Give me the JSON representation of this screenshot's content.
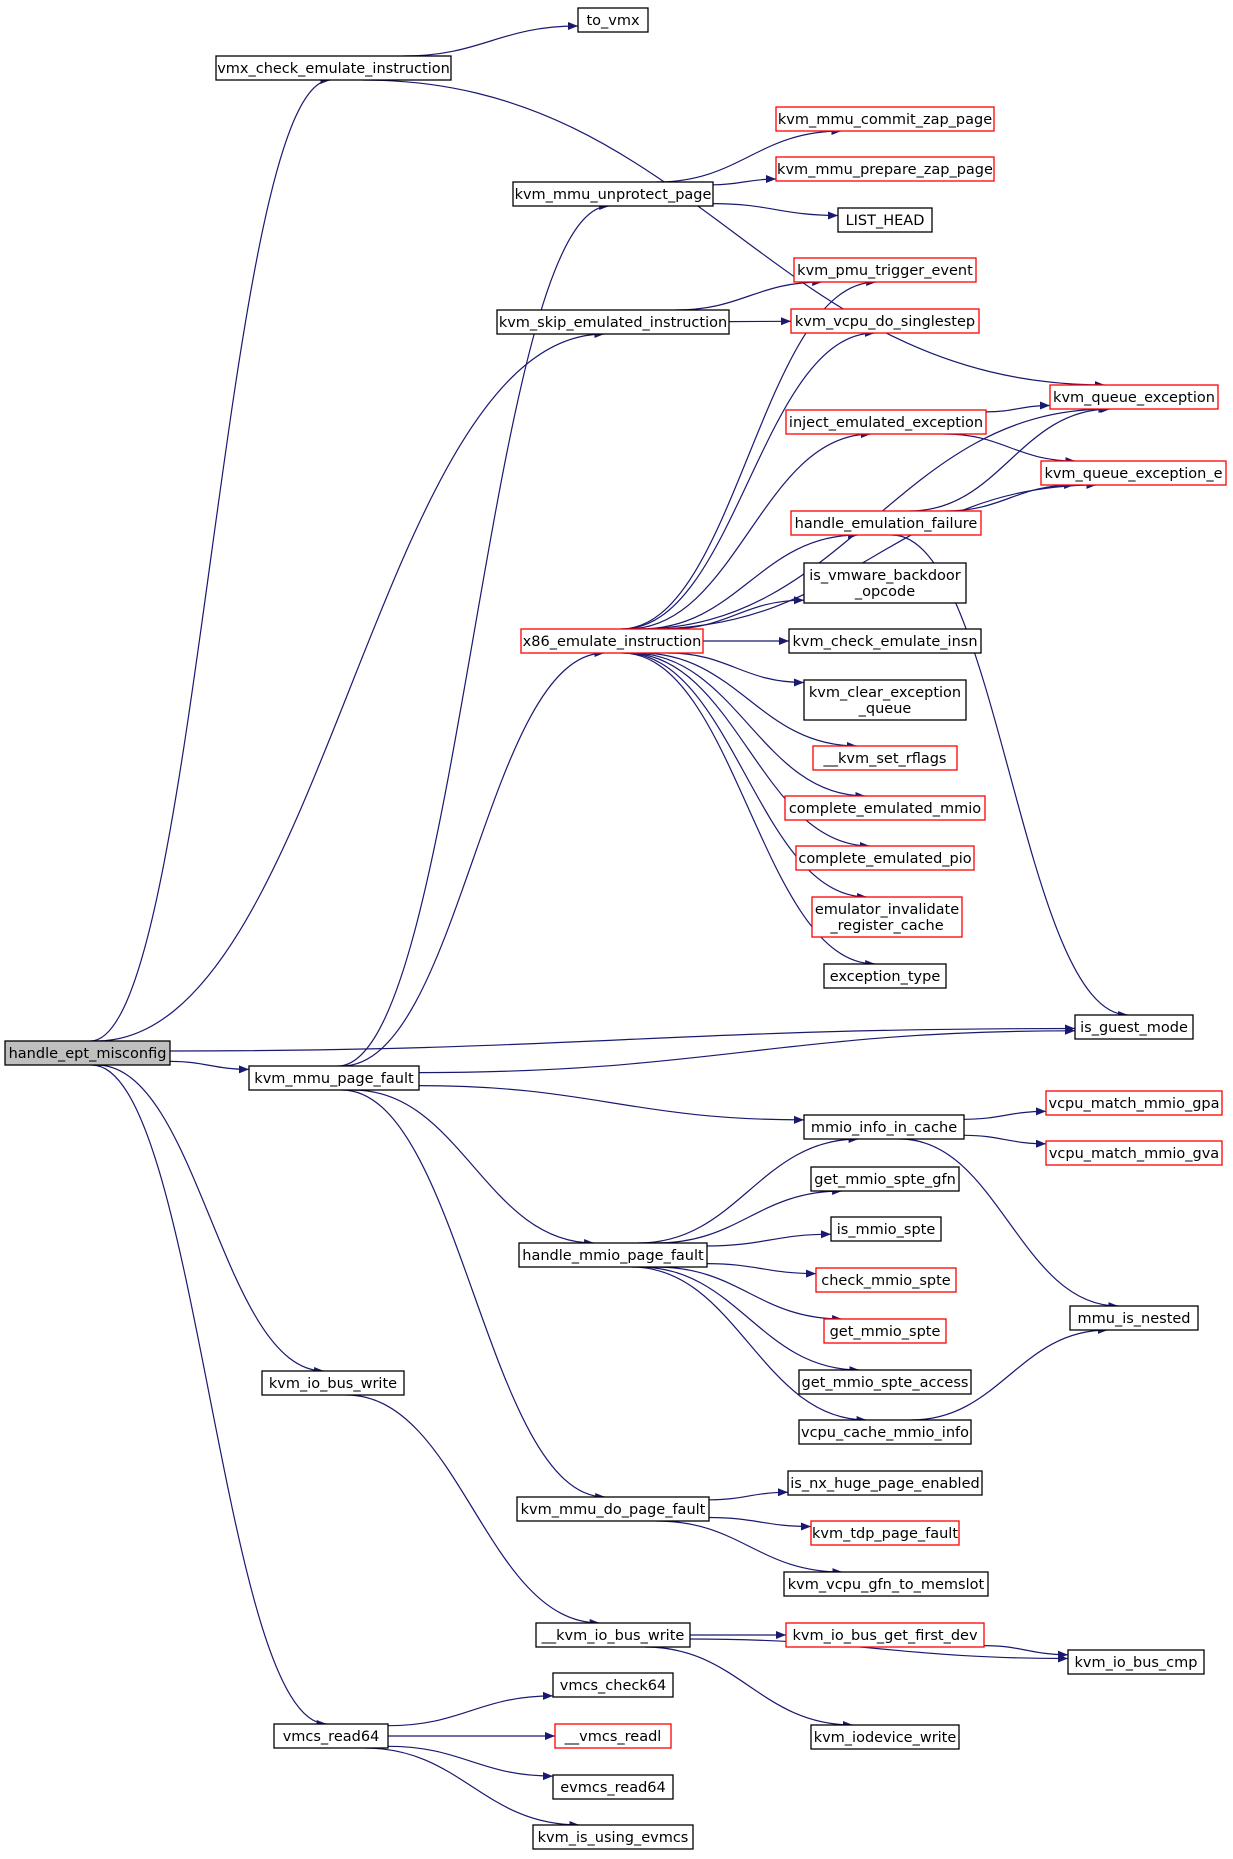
{
  "colors": {
    "edge": "#191970",
    "border_normal": "#000000",
    "border_truncated": "#ff0000",
    "root_fill": "#bfbfbf",
    "node_fill": "#ffffff"
  },
  "nodes": [
    {
      "id": "handle_ept_misconfig",
      "lines": [
        "handle_ept_misconfig"
      ],
      "style": "root"
    },
    {
      "id": "to_vmx",
      "lines": [
        "to_vmx"
      ],
      "style": "normal"
    },
    {
      "id": "vmx_check_emulate_instruction",
      "lines": [
        "vmx_check_emulate_instruction"
      ],
      "style": "normal"
    },
    {
      "id": "kvm_mmu_commit_zap_page",
      "lines": [
        "kvm_mmu_commit_zap_page"
      ],
      "style": "truncated"
    },
    {
      "id": "kvm_mmu_prepare_zap_page",
      "lines": [
        "kvm_mmu_prepare_zap_page"
      ],
      "style": "truncated"
    },
    {
      "id": "kvm_mmu_unprotect_page",
      "lines": [
        "kvm_mmu_unprotect_page"
      ],
      "style": "normal"
    },
    {
      "id": "LIST_HEAD",
      "lines": [
        "LIST_HEAD"
      ],
      "style": "normal"
    },
    {
      "id": "kvm_pmu_trigger_event",
      "lines": [
        "kvm_pmu_trigger_event"
      ],
      "style": "truncated"
    },
    {
      "id": "kvm_skip_emulated_instruction",
      "lines": [
        "kvm_skip_emulated_instruction"
      ],
      "style": "normal"
    },
    {
      "id": "kvm_vcpu_do_singlestep",
      "lines": [
        "kvm_vcpu_do_singlestep"
      ],
      "style": "truncated"
    },
    {
      "id": "kvm_queue_exception",
      "lines": [
        "kvm_queue_exception"
      ],
      "style": "truncated"
    },
    {
      "id": "inject_emulated_exception",
      "lines": [
        "inject_emulated_exception"
      ],
      "style": "truncated"
    },
    {
      "id": "kvm_queue_exception_e",
      "lines": [
        "kvm_queue_exception_e"
      ],
      "style": "truncated"
    },
    {
      "id": "handle_emulation_failure",
      "lines": [
        "handle_emulation_failure"
      ],
      "style": "truncated"
    },
    {
      "id": "is_vmware_backdoor_opcode",
      "lines": [
        "is_vmware_backdoor",
        "_opcode"
      ],
      "style": "normal"
    },
    {
      "id": "x86_emulate_instruction",
      "lines": [
        "x86_emulate_instruction"
      ],
      "style": "truncated"
    },
    {
      "id": "kvm_check_emulate_insn",
      "lines": [
        "kvm_check_emulate_insn"
      ],
      "style": "normal"
    },
    {
      "id": "kvm_clear_exception_queue",
      "lines": [
        "kvm_clear_exception",
        "_queue"
      ],
      "style": "normal"
    },
    {
      "id": "__kvm_set_rflags",
      "lines": [
        "__kvm_set_rflags"
      ],
      "style": "truncated"
    },
    {
      "id": "complete_emulated_mmio",
      "lines": [
        "complete_emulated_mmio"
      ],
      "style": "truncated"
    },
    {
      "id": "complete_emulated_pio",
      "lines": [
        "complete_emulated_pio"
      ],
      "style": "truncated"
    },
    {
      "id": "emulator_invalidate_register_cache",
      "lines": [
        "emulator_invalidate",
        "_register_cache"
      ],
      "style": "truncated"
    },
    {
      "id": "exception_type",
      "lines": [
        "exception_type"
      ],
      "style": "normal"
    },
    {
      "id": "is_guest_mode",
      "lines": [
        "is_guest_mode"
      ],
      "style": "normal"
    },
    {
      "id": "kvm_mmu_page_fault",
      "lines": [
        "kvm_mmu_page_fault"
      ],
      "style": "normal"
    },
    {
      "id": "mmio_info_in_cache",
      "lines": [
        "mmio_info_in_cache"
      ],
      "style": "normal"
    },
    {
      "id": "vcpu_match_mmio_gpa",
      "lines": [
        "vcpu_match_mmio_gpa"
      ],
      "style": "truncated"
    },
    {
      "id": "vcpu_match_mmio_gva",
      "lines": [
        "vcpu_match_mmio_gva"
      ],
      "style": "truncated"
    },
    {
      "id": "get_mmio_spte_gfn",
      "lines": [
        "get_mmio_spte_gfn"
      ],
      "style": "normal"
    },
    {
      "id": "is_mmio_spte",
      "lines": [
        "is_mmio_spte"
      ],
      "style": "normal"
    },
    {
      "id": "handle_mmio_page_fault",
      "lines": [
        "handle_mmio_page_fault"
      ],
      "style": "normal"
    },
    {
      "id": "check_mmio_spte",
      "lines": [
        "check_mmio_spte"
      ],
      "style": "truncated"
    },
    {
      "id": "get_mmio_spte",
      "lines": [
        "get_mmio_spte"
      ],
      "style": "truncated"
    },
    {
      "id": "mmu_is_nested",
      "lines": [
        "mmu_is_nested"
      ],
      "style": "normal"
    },
    {
      "id": "get_mmio_spte_access",
      "lines": [
        "get_mmio_spte_access"
      ],
      "style": "normal"
    },
    {
      "id": "kvm_io_bus_write",
      "lines": [
        "kvm_io_bus_write"
      ],
      "style": "normal"
    },
    {
      "id": "vcpu_cache_mmio_info",
      "lines": [
        "vcpu_cache_mmio_info"
      ],
      "style": "normal"
    },
    {
      "id": "is_nx_huge_page_enabled",
      "lines": [
        "is_nx_huge_page_enabled"
      ],
      "style": "normal"
    },
    {
      "id": "kvm_mmu_do_page_fault",
      "lines": [
        "kvm_mmu_do_page_fault"
      ],
      "style": "normal"
    },
    {
      "id": "kvm_tdp_page_fault",
      "lines": [
        "kvm_tdp_page_fault"
      ],
      "style": "truncated"
    },
    {
      "id": "kvm_vcpu_gfn_to_memslot",
      "lines": [
        "kvm_vcpu_gfn_to_memslot"
      ],
      "style": "normal"
    },
    {
      "id": "__kvm_io_bus_write",
      "lines": [
        "__kvm_io_bus_write"
      ],
      "style": "normal"
    },
    {
      "id": "kvm_io_bus_get_first_dev",
      "lines": [
        "kvm_io_bus_get_first_dev"
      ],
      "style": "truncated"
    },
    {
      "id": "kvm_io_bus_cmp",
      "lines": [
        "kvm_io_bus_cmp"
      ],
      "style": "normal"
    },
    {
      "id": "vmcs_check64",
      "lines": [
        "vmcs_check64"
      ],
      "style": "normal"
    },
    {
      "id": "vmcs_read64",
      "lines": [
        "vmcs_read64"
      ],
      "style": "normal"
    },
    {
      "id": "__vmcs_readl",
      "lines": [
        "__vmcs_readl"
      ],
      "style": "truncated"
    },
    {
      "id": "kvm_iodevice_write",
      "lines": [
        "kvm_iodevice_write"
      ],
      "style": "normal"
    },
    {
      "id": "evmcs_read64",
      "lines": [
        "evmcs_read64"
      ],
      "style": "normal"
    },
    {
      "id": "kvm_is_using_evmcs",
      "lines": [
        "kvm_is_using_evmcs"
      ],
      "style": "normal"
    }
  ],
  "edges": [
    [
      "handle_ept_misconfig",
      "vmx_check_emulate_instruction"
    ],
    [
      "handle_ept_misconfig",
      "kvm_skip_emulated_instruction"
    ],
    [
      "handle_ept_misconfig",
      "is_guest_mode"
    ],
    [
      "handle_ept_misconfig",
      "kvm_mmu_page_fault"
    ],
    [
      "handle_ept_misconfig",
      "kvm_io_bus_write"
    ],
    [
      "handle_ept_misconfig",
      "vmcs_read64"
    ],
    [
      "vmx_check_emulate_instruction",
      "to_vmx"
    ],
    [
      "vmx_check_emulate_instruction",
      "kvm_queue_exception"
    ],
    [
      "kvm_mmu_unprotect_page",
      "kvm_mmu_commit_zap_page"
    ],
    [
      "kvm_mmu_unprotect_page",
      "kvm_mmu_prepare_zap_page"
    ],
    [
      "kvm_mmu_unprotect_page",
      "LIST_HEAD"
    ],
    [
      "kvm_skip_emulated_instruction",
      "kvm_pmu_trigger_event"
    ],
    [
      "kvm_skip_emulated_instruction",
      "kvm_vcpu_do_singlestep"
    ],
    [
      "inject_emulated_exception",
      "kvm_queue_exception"
    ],
    [
      "inject_emulated_exception",
      "kvm_queue_exception_e"
    ],
    [
      "handle_emulation_failure",
      "kvm_queue_exception"
    ],
    [
      "handle_emulation_failure",
      "kvm_queue_exception_e"
    ],
    [
      "handle_emulation_failure",
      "is_guest_mode"
    ],
    [
      "x86_emulate_instruction",
      "kvm_pmu_trigger_event"
    ],
    [
      "x86_emulate_instruction",
      "kvm_vcpu_do_singlestep"
    ],
    [
      "x86_emulate_instruction",
      "kvm_queue_exception"
    ],
    [
      "x86_emulate_instruction",
      "inject_emulated_exception"
    ],
    [
      "x86_emulate_instruction",
      "kvm_queue_exception_e"
    ],
    [
      "x86_emulate_instruction",
      "handle_emulation_failure"
    ],
    [
      "x86_emulate_instruction",
      "is_vmware_backdoor_opcode"
    ],
    [
      "x86_emulate_instruction",
      "kvm_check_emulate_insn"
    ],
    [
      "x86_emulate_instruction",
      "kvm_clear_exception_queue"
    ],
    [
      "x86_emulate_instruction",
      "__kvm_set_rflags"
    ],
    [
      "x86_emulate_instruction",
      "complete_emulated_mmio"
    ],
    [
      "x86_emulate_instruction",
      "complete_emulated_pio"
    ],
    [
      "x86_emulate_instruction",
      "emulator_invalidate_register_cache"
    ],
    [
      "x86_emulate_instruction",
      "exception_type"
    ],
    [
      "kvm_mmu_page_fault",
      "kvm_mmu_unprotect_page"
    ],
    [
      "kvm_mmu_page_fault",
      "x86_emulate_instruction"
    ],
    [
      "kvm_mmu_page_fault",
      "is_guest_mode"
    ],
    [
      "kvm_mmu_page_fault",
      "mmio_info_in_cache"
    ],
    [
      "kvm_mmu_page_fault",
      "handle_mmio_page_fault"
    ],
    [
      "kvm_mmu_page_fault",
      "kvm_mmu_do_page_fault"
    ],
    [
      "mmio_info_in_cache",
      "vcpu_match_mmio_gpa"
    ],
    [
      "mmio_info_in_cache",
      "vcpu_match_mmio_gva"
    ],
    [
      "mmio_info_in_cache",
      "mmu_is_nested"
    ],
    [
      "handle_mmio_page_fault",
      "mmio_info_in_cache"
    ],
    [
      "handle_mmio_page_fault",
      "get_mmio_spte_gfn"
    ],
    [
      "handle_mmio_page_fault",
      "is_mmio_spte"
    ],
    [
      "handle_mmio_page_fault",
      "check_mmio_spte"
    ],
    [
      "handle_mmio_page_fault",
      "get_mmio_spte"
    ],
    [
      "handle_mmio_page_fault",
      "get_mmio_spte_access"
    ],
    [
      "handle_mmio_page_fault",
      "vcpu_cache_mmio_info"
    ],
    [
      "vcpu_cache_mmio_info",
      "mmu_is_nested"
    ],
    [
      "kvm_io_bus_write",
      "__kvm_io_bus_write"
    ],
    [
      "kvm_mmu_do_page_fault",
      "is_nx_huge_page_enabled"
    ],
    [
      "kvm_mmu_do_page_fault",
      "kvm_tdp_page_fault"
    ],
    [
      "kvm_mmu_do_page_fault",
      "kvm_vcpu_gfn_to_memslot"
    ],
    [
      "__kvm_io_bus_write",
      "kvm_io_bus_get_first_dev"
    ],
    [
      "__kvm_io_bus_write",
      "kvm_io_bus_cmp"
    ],
    [
      "__kvm_io_bus_write",
      "kvm_iodevice_write"
    ],
    [
      "kvm_io_bus_get_first_dev",
      "kvm_io_bus_cmp"
    ],
    [
      "vmcs_read64",
      "vmcs_check64"
    ],
    [
      "vmcs_read64",
      "__vmcs_readl"
    ],
    [
      "vmcs_read64",
      "evmcs_read64"
    ],
    [
      "vmcs_read64",
      "kvm_is_using_evmcs"
    ]
  ]
}
